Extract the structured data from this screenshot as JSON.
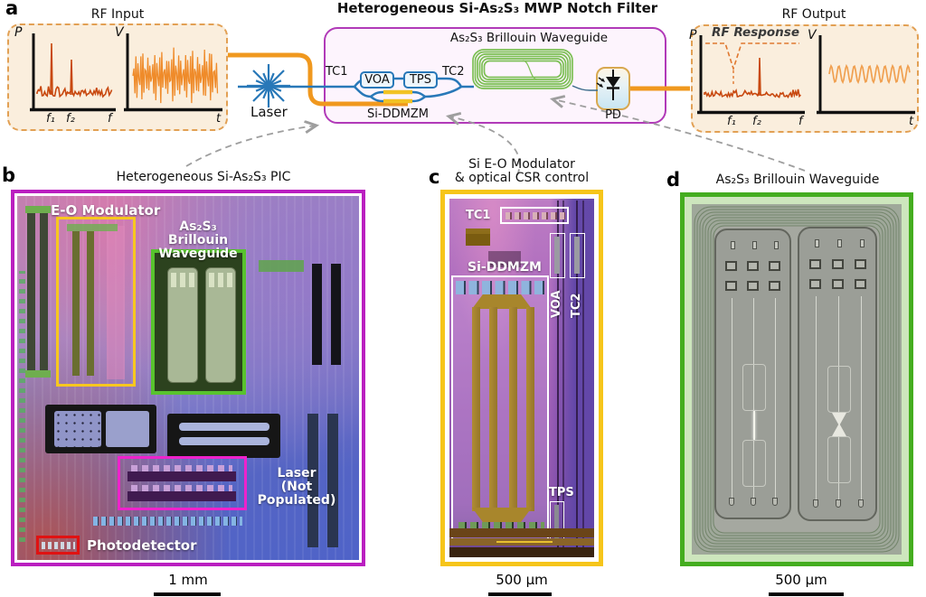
{
  "colors": {
    "magenta_accent": "#b13ab8",
    "panel_b_border": "#ba1fc0",
    "panel_c_border": "#f6c51a",
    "panel_d_border": "#44ad1f",
    "fiber_orange": "#f0981e",
    "waveguide_blue": "#2878b8",
    "spiral_green": "#7cbf54",
    "spectrum_red": "#c8480f",
    "annotation_yellow": "#f7c71f",
    "annotation_green": "#58c32e",
    "annotation_magenta": "#ee22cc",
    "annotation_red": "#e01212"
  },
  "panel_a": {
    "label": "a",
    "title": "Heterogeneous Si-As₂S₃ MWP Notch Filter",
    "rf_input": {
      "title": "RF Input",
      "p_axis": "P",
      "v_axis": "V",
      "f_axis": "f",
      "t_axis": "t",
      "f1": "f₁",
      "f2": "f₂"
    },
    "laser_label": "Laser",
    "circuit": {
      "brillouin_label": "As₂S₃ Brillouin Waveguide",
      "tc1": "TC1",
      "tc2": "TC2",
      "voa": "VOA",
      "tps": "TPS",
      "mzm": "Si-DDMZM",
      "pd": "PD"
    },
    "rf_output": {
      "title": "RF Output",
      "response": "RF Response",
      "p_axis": "P",
      "v_axis": "V",
      "f_axis": "f",
      "t_axis": "t",
      "f1": "f₁",
      "f2": "f₂"
    }
  },
  "panel_b": {
    "label": "b",
    "title": "Heterogeneous Si-As₂S₃ PIC",
    "eo_modulator": "E-O Modulator",
    "brillouin_line1": "As₂S₃ Brillouin",
    "brillouin_line2": "Waveguide",
    "laser_line1": "Laser",
    "laser_line2": "(Not Populated)",
    "photodetector": "Photodetector",
    "scale": "1 mm"
  },
  "panel_c": {
    "label": "c",
    "title_line1": "Si E-O Modulator",
    "title_line2": "& optical CSR control",
    "tc1": "TC1",
    "ddmzm": "Si-DDMZM",
    "voa": "VOA",
    "tc2": "TC2",
    "tps": "TPS",
    "scale": "500 μm"
  },
  "panel_d": {
    "label": "d",
    "title": "As₂S₃ Brillouin Waveguide",
    "scale": "500 μm"
  }
}
